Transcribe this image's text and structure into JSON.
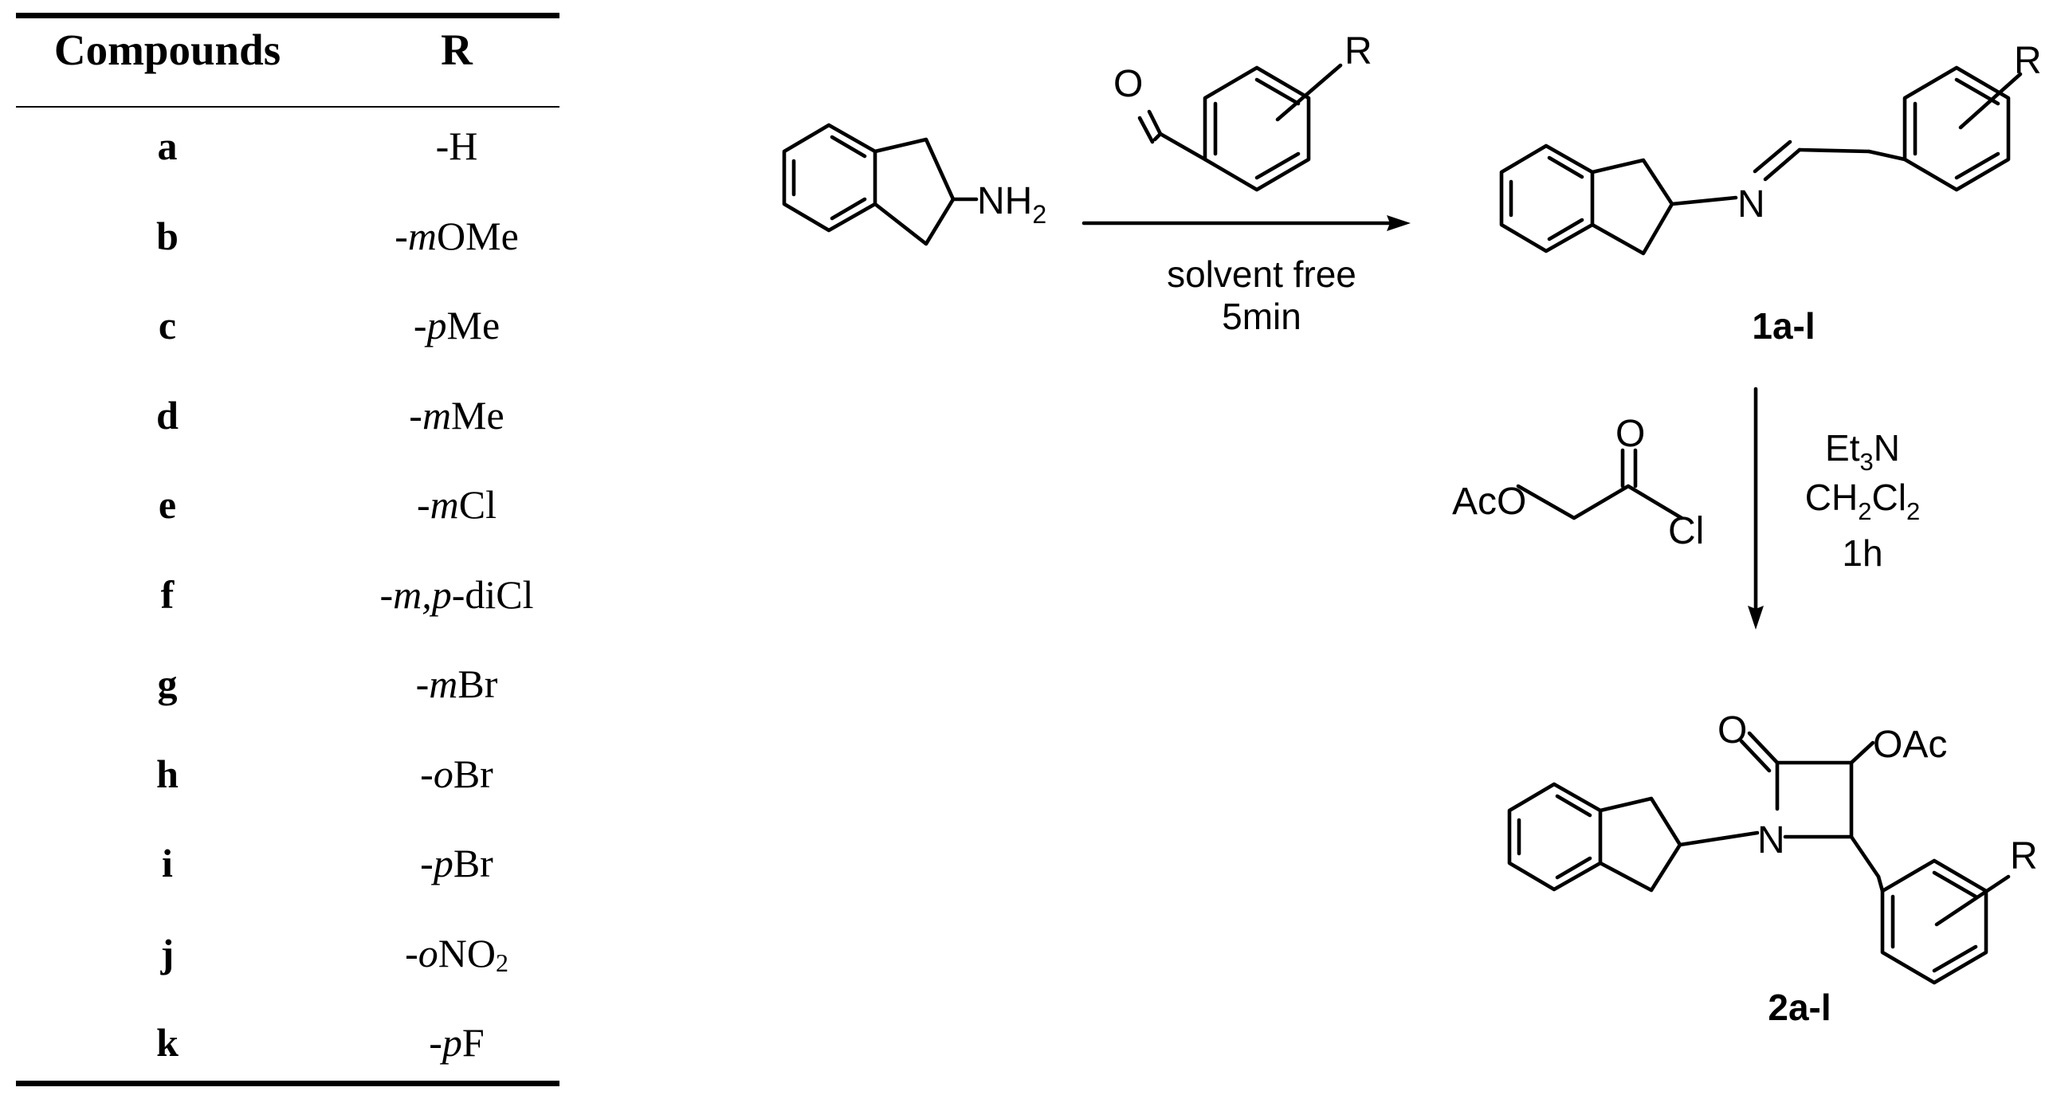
{
  "table": {
    "header": {
      "compounds": "Compounds",
      "r": "R"
    },
    "rows": [
      {
        "id": "a",
        "r_pre": "-H",
        "r_mod": "",
        "r_post": "",
        "r_sub": ""
      },
      {
        "id": "b",
        "r_pre": "-",
        "r_mod": "m",
        "r_post": "OMe",
        "r_sub": ""
      },
      {
        "id": "c",
        "r_pre": "-",
        "r_mod": "p",
        "r_post": "Me",
        "r_sub": ""
      },
      {
        "id": "d",
        "r_pre": "-",
        "r_mod": "m",
        "r_post": "Me",
        "r_sub": ""
      },
      {
        "id": "e",
        "r_pre": "-",
        "r_mod": "m",
        "r_post": "Cl",
        "r_sub": ""
      },
      {
        "id": "f",
        "r_pre": "-",
        "r_mod": "m,p",
        "r_post": "-diCl",
        "r_sub": ""
      },
      {
        "id": "g",
        "r_pre": "-",
        "r_mod": "m",
        "r_post": "Br",
        "r_sub": ""
      },
      {
        "id": "h",
        "r_pre": "-",
        "r_mod": "o",
        "r_post": "Br",
        "r_sub": ""
      },
      {
        "id": "i",
        "r_pre": "-",
        "r_mod": "p",
        "r_post": "Br",
        "r_sub": ""
      },
      {
        "id": "j",
        "r_pre": "-",
        "r_mod": "o",
        "r_post": "NO",
        "r_sub": "2"
      },
      {
        "id": "k",
        "r_pre": "-",
        "r_mod": "p",
        "r_post": "F",
        "r_sub": ""
      }
    ]
  },
  "scheme": {
    "start_amine": {
      "n": "NH",
      "sub": "2"
    },
    "aldehyde": {
      "o": "O",
      "r": "R"
    },
    "step1": {
      "line1": "solvent free",
      "line2": "5min"
    },
    "imine": {
      "n": "N",
      "r": "R",
      "label": "1a-l"
    },
    "acid_chloride": {
      "aco": "AcO",
      "o": "O",
      "cl": "Cl"
    },
    "step2": {
      "et": "Et",
      "et_sub": "3",
      "et_tail": "N",
      "ch2": "CH",
      "ch2_sub1": "2",
      "cl": "Cl",
      "ch2_sub2": "2",
      "time": "1h"
    },
    "product": {
      "o": "O",
      "oac": "OAc",
      "n": "N",
      "r": "R",
      "label": "2a-l"
    }
  }
}
